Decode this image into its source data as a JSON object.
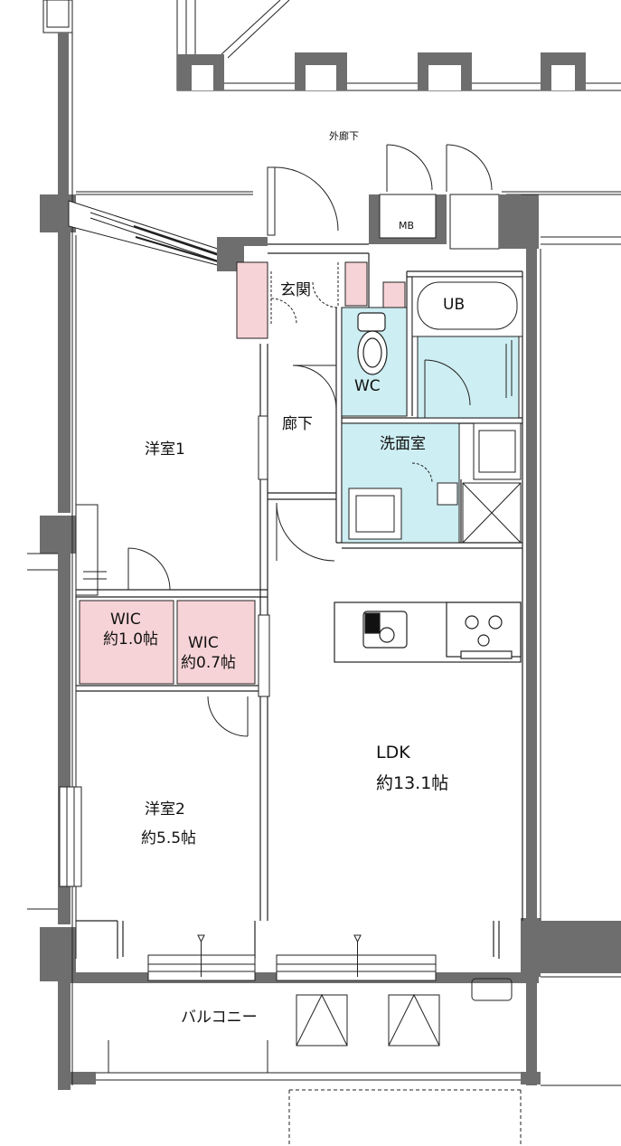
{
  "labels": {
    "outer_corridor": "外廊下",
    "mb": "MB",
    "entrance": "玄関",
    "ub": "UB",
    "wc": "WC",
    "hallway": "廊下",
    "washroom": "洗面室",
    "western_room_1": "洋室1",
    "wic_1_name": "WIC",
    "wic_1_size": "約1.0帖",
    "wic_2_name": "WIC",
    "wic_2_size": "約0.7帖",
    "ldk_name": "LDK",
    "ldk_size": "約13.1帖",
    "western_room_2_name": "洋室2",
    "western_room_2_size": "約5.5帖",
    "balcony": "バルコニー"
  },
  "colors": {
    "wall": "#6e6e6e",
    "wet_area": "#cdeef2",
    "closet": "#f6d3d6",
    "line": "#222222"
  }
}
